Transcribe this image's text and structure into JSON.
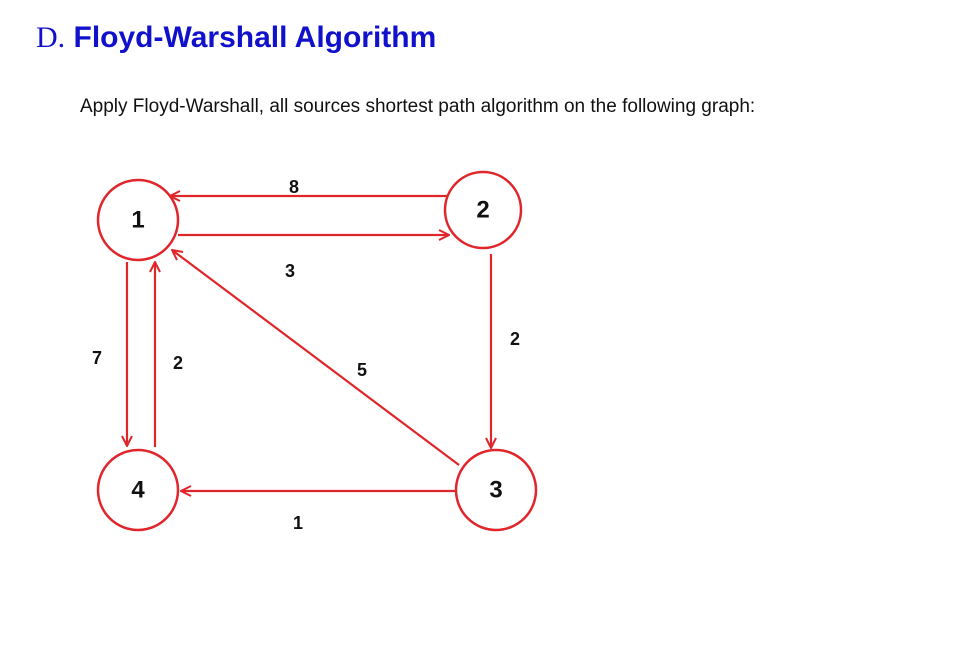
{
  "section": {
    "letter": "D.",
    "title": "Floyd-Warshall Algorithm"
  },
  "instruction": "Apply Floyd-Warshall, all sources shortest path algorithm on the following graph:",
  "graph": {
    "nodes": [
      {
        "id": "1",
        "label": "1"
      },
      {
        "id": "2",
        "label": "2"
      },
      {
        "id": "3",
        "label": "3"
      },
      {
        "id": "4",
        "label": "4"
      }
    ],
    "edges": [
      {
        "from": "2",
        "to": "1",
        "weight": "8"
      },
      {
        "from": "1",
        "to": "2",
        "weight": "3"
      },
      {
        "from": "2",
        "to": "3",
        "weight": "2"
      },
      {
        "from": "3",
        "to": "1",
        "weight": "5"
      },
      {
        "from": "1",
        "to": "4",
        "weight": "7"
      },
      {
        "from": "4",
        "to": "1",
        "weight": "2"
      },
      {
        "from": "3",
        "to": "4",
        "weight": "1"
      }
    ],
    "colors": {
      "edge": "#e0252b",
      "node_border": "#e0252b",
      "heading": "#1111cc"
    }
  }
}
